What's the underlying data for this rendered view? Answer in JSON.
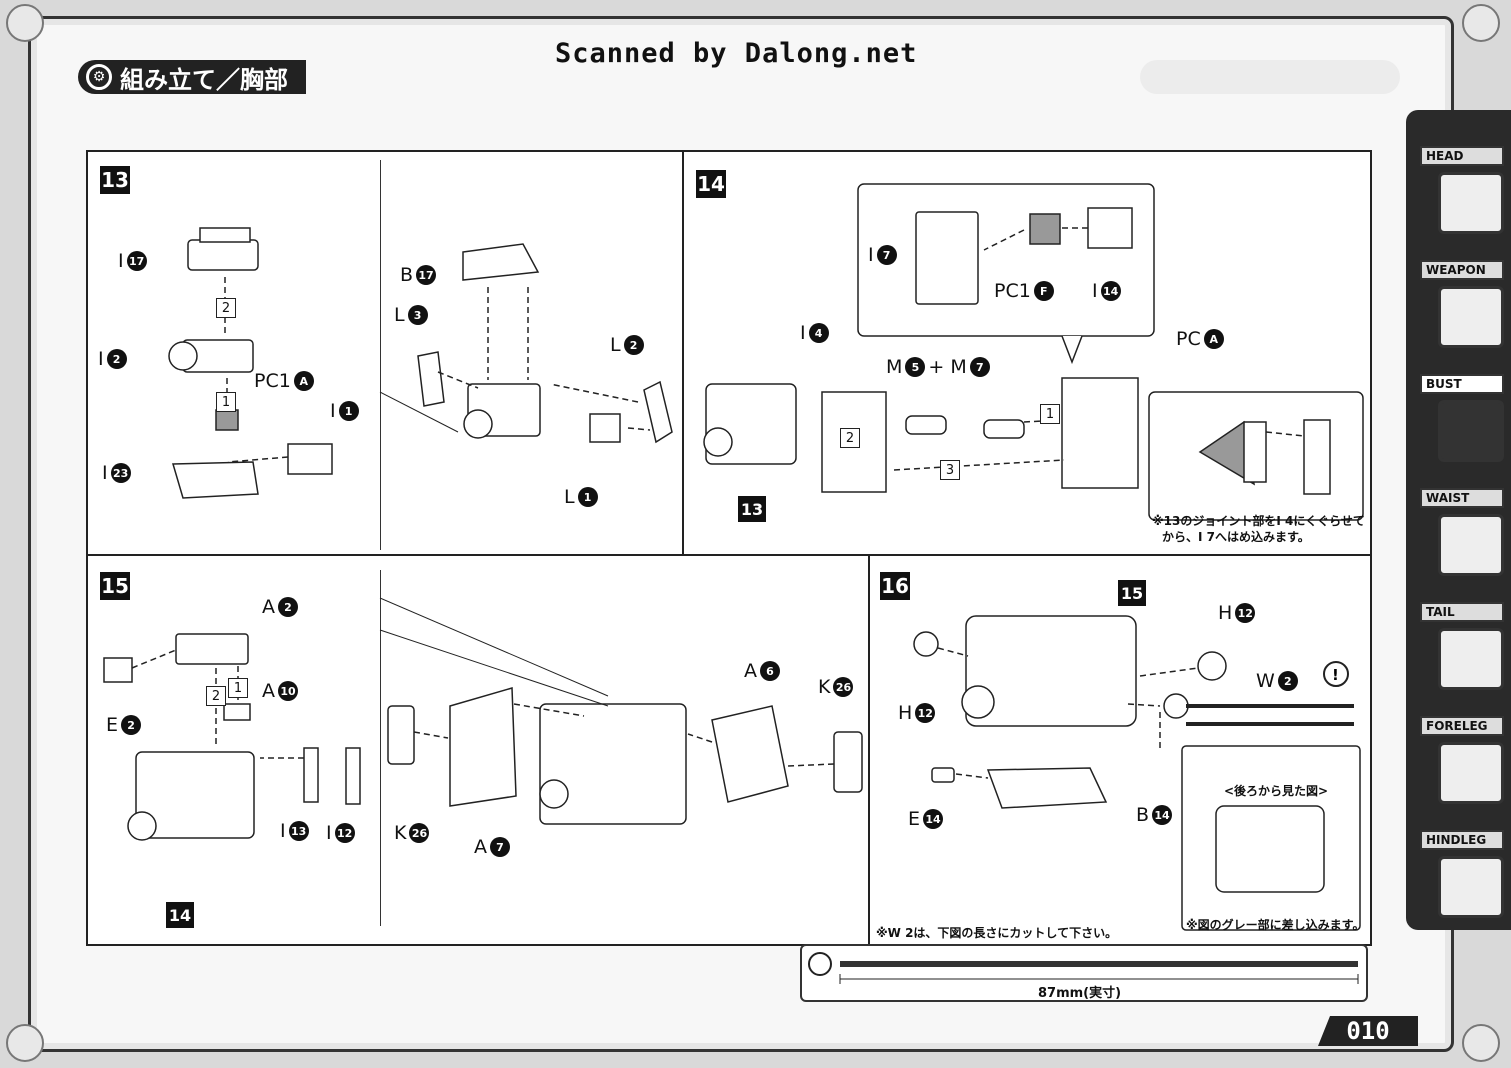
{
  "header": {
    "scan_credit": "Scanned by Dalong.net",
    "section_title": "組み立て／胸部"
  },
  "steps": {
    "s13": {
      "number": "13",
      "labels": {
        "i17": "I",
        "i17_n": "17",
        "i2": "I",
        "i2_n": "2",
        "pc1a": "PC1",
        "pc1a_n": "A",
        "i1": "I",
        "i1_n": "1",
        "i23": "I",
        "i23_n": "23",
        "b17": "B",
        "b17_n": "17",
        "l3": "L",
        "l3_n": "3",
        "l2": "L",
        "l2_n": "2",
        "l1": "L",
        "l1_n": "1"
      },
      "order": [
        "2",
        "1"
      ]
    },
    "s14": {
      "number": "14",
      "labels": {
        "i7": "I",
        "i7_n": "7",
        "pc1f": "PC1",
        "pc1f_n": "F",
        "i14": "I",
        "i14_n": "14",
        "i4": "I",
        "i4_n": "4",
        "m5m7": "M",
        "m5_n": "5",
        "plus": "+ M",
        "m7_n": "7",
        "pca": "PC",
        "pca_n": "A",
        "sub13": "13"
      },
      "order": [
        "1",
        "2",
        "3"
      ],
      "note_line1": "※13のジョイント部をI 4にくぐらせて",
      "note_line2": "から、I 7へはめ込みます。"
    },
    "s15": {
      "number": "15",
      "labels": {
        "a2": "A",
        "a2_n": "2",
        "e2": "E",
        "e2_n": "2",
        "a10": "A",
        "a10_n": "10",
        "i13": "I",
        "i13_n": "13",
        "i12": "I",
        "i12_n": "12",
        "k26a": "K",
        "k26a_n": "26",
        "a7": "A",
        "a7_n": "7",
        "a6": "A",
        "a6_n": "6",
        "k26b": "K",
        "k26b_n": "26",
        "sub14": "14"
      },
      "order": [
        "1",
        "2"
      ]
    },
    "s16": {
      "number": "16",
      "labels": {
        "sub15": "15",
        "h12a": "H",
        "h12a_n": "12",
        "h12b": "H",
        "h12b_n": "12",
        "w2": "W",
        "w2_n": "2",
        "e14": "E",
        "e14_n": "14",
        "b14": "B",
        "b14_n": "14"
      },
      "rear_view_title": "<後ろから見た図>",
      "rear_view_note": "※図のグレー部に差し込みます。",
      "cut_note": "※W 2は、下図の長さにカットして下さい。"
    }
  },
  "length_guide": {
    "value": "87mm(実寸)"
  },
  "tabs": [
    {
      "label": "HEAD"
    },
    {
      "label": "WEAPON"
    },
    {
      "label": "BUST"
    },
    {
      "label": "WAIST"
    },
    {
      "label": "TAIL"
    },
    {
      "label": "FORELEG"
    },
    {
      "label": "HINDLEG"
    }
  ],
  "active_tab": "BUST",
  "page_number": "010"
}
